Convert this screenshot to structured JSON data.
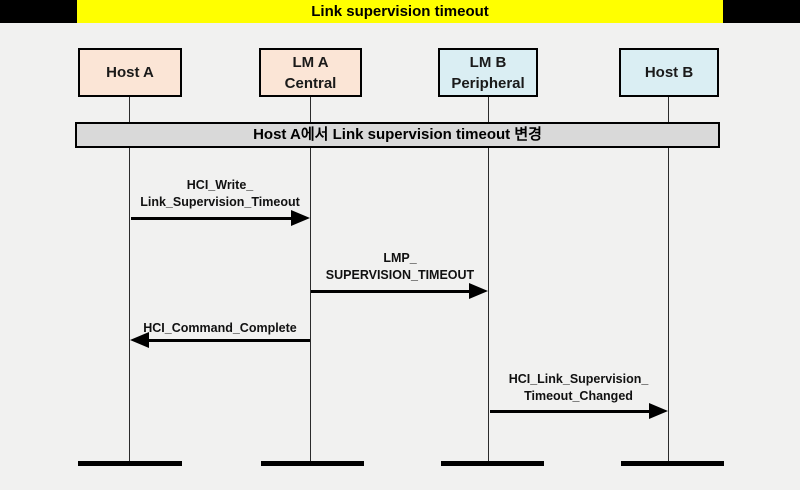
{
  "title": "Link supervision timeout",
  "banner": "Host A에서 Link supervision timeout 변경",
  "actors": [
    {
      "id": "host-a",
      "lines": [
        "Host A",
        ""
      ],
      "fill": "#fbe5d6"
    },
    {
      "id": "lm-a",
      "lines": [
        "LM A",
        "Central"
      ],
      "fill": "#fbe5d6"
    },
    {
      "id": "lm-b",
      "lines": [
        "LM B",
        "Peripheral"
      ],
      "fill": "#daeef3"
    },
    {
      "id": "host-b",
      "lines": [
        "Host B",
        ""
      ],
      "fill": "#daeef3"
    }
  ],
  "messages": [
    {
      "from": "Host A",
      "to": "LM A",
      "direction": "right",
      "lines": [
        "HCI_Write_",
        "Link_Supervision_Timeout"
      ]
    },
    {
      "from": "LM A",
      "to": "LM B",
      "direction": "right",
      "lines": [
        "LMP_",
        "SUPERVISION_TIMEOUT"
      ]
    },
    {
      "from": "LM A",
      "to": "Host A",
      "direction": "left",
      "lines": [
        "HCI_Command_Complete",
        ""
      ]
    },
    {
      "from": "LM B",
      "to": "Host B",
      "direction": "right",
      "lines": [
        "HCI_Link_Supervision_",
        "Timeout_Changed"
      ]
    }
  ],
  "colors": {
    "title_bg": "#ffff00",
    "title_text": "#000000",
    "top_band_bg": "#000000",
    "page_bg": "#f1f1f0",
    "actor_peach": "#fbe5d6",
    "actor_blue": "#daeef3",
    "banner_bg": "#d9d9d9",
    "arrow": "#000000"
  }
}
